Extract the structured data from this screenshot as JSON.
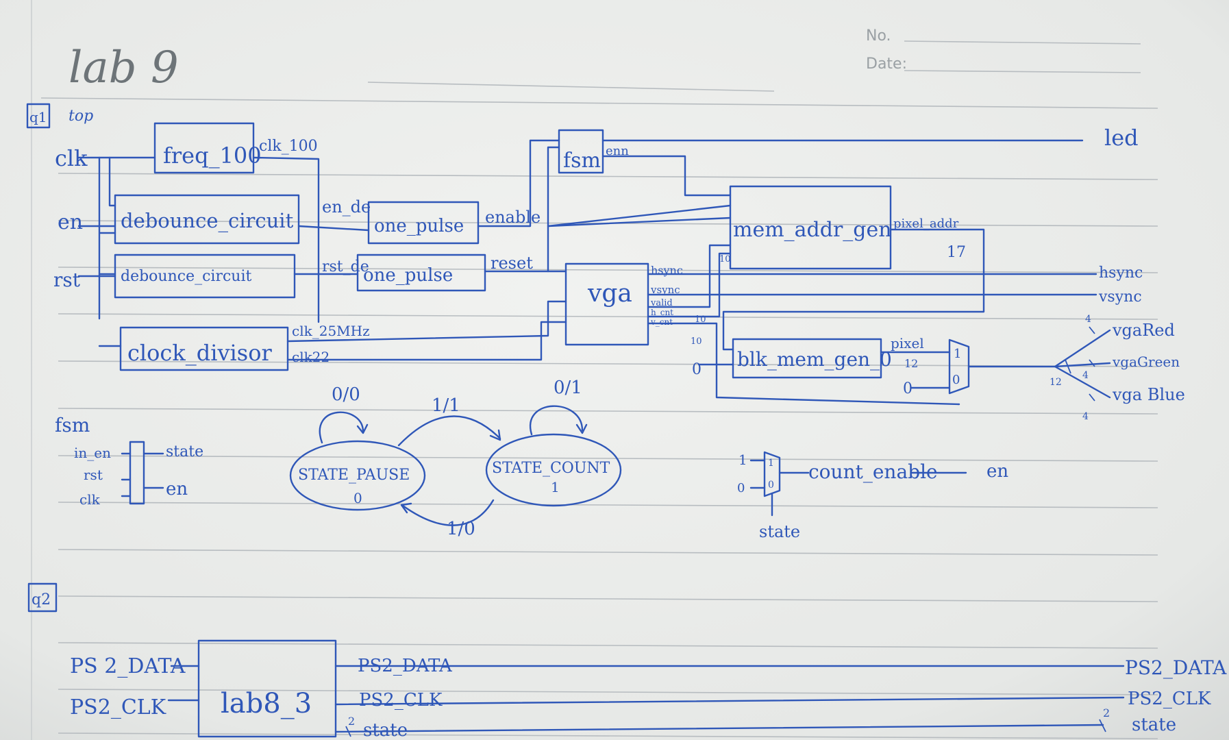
{
  "header": {
    "no_label": "No.",
    "date_label": "Date:"
  },
  "title": "lab 9",
  "q1": {
    "tag": "q1",
    "top_label": "top",
    "inputs": {
      "clk": "clk",
      "en": "en",
      "rst": "rst"
    },
    "blocks": {
      "freq": "freq_100",
      "deb1": "debounce_circuit",
      "deb2": "debounce_circuit",
      "op1": "one_pulse",
      "op2": "one_pulse",
      "clkdiv": "clock_divisor",
      "fsm": "fsm",
      "vga": "vga",
      "mem": "mem_addr_gen",
      "blk": "blk_mem_gen_0"
    },
    "wires": {
      "clk100": "clk_100",
      "en_de": "en_de",
      "rst_de": "rst_de",
      "enable": "enable",
      "reset": "reset",
      "enn": "enn",
      "clk25": "clk_25MHz",
      "clk22": "clk22",
      "hsync": "hsync",
      "vsync": "vsync",
      "valid": "valid",
      "hcnt": "h_cnt",
      "vcnt": "v_cnt",
      "pixel_addr": "pixel_addr",
      "w17": "17",
      "pixel": "pixel",
      "w12": "12",
      "w10a": "10",
      "w10b": "10",
      "w10c": "10",
      "zero_in": "0",
      "mux1": "1",
      "mux0": "0",
      "mux_zero": "0",
      "w12b": "12"
    },
    "outputs": {
      "led": "led",
      "hsync": "hsync",
      "vsync": "vsync",
      "red": "vgaRed",
      "green": "vgaGreen",
      "blue": "vga Blue",
      "w4a": "4",
      "w4b": "4",
      "w4c": "4"
    }
  },
  "fsm_section": {
    "label": "fsm",
    "ports": {
      "in_en": "in_en",
      "rst": "rst",
      "clk": "clk",
      "state": "state",
      "en": "en"
    },
    "states": {
      "pause_name": "STATE_PAUSE",
      "pause_code": "0",
      "count_name": "STATE_COUNT",
      "count_code": "1"
    },
    "transitions": {
      "pause_self": "0/0",
      "pause_to_count": "1/1",
      "count_self": "0/1",
      "count_to_pause": "1/0"
    },
    "mux": {
      "in1": "1",
      "in0": "0",
      "sel1": "1",
      "sel0": "0",
      "output": "count_enable",
      "to": "en",
      "select": "state"
    }
  },
  "q2": {
    "tag": "q2",
    "block": "lab8_3",
    "inputs": {
      "data": "PS 2_DATA",
      "clk": "PS2_CLK"
    },
    "wires": {
      "data": "PS2_DATA",
      "clk": "PS2_CLK",
      "state": "state",
      "w2a": "2",
      "w2b": "2"
    },
    "outputs": {
      "data": "PS2_DATA",
      "clk": "PS2_CLK",
      "state": "state"
    }
  }
}
